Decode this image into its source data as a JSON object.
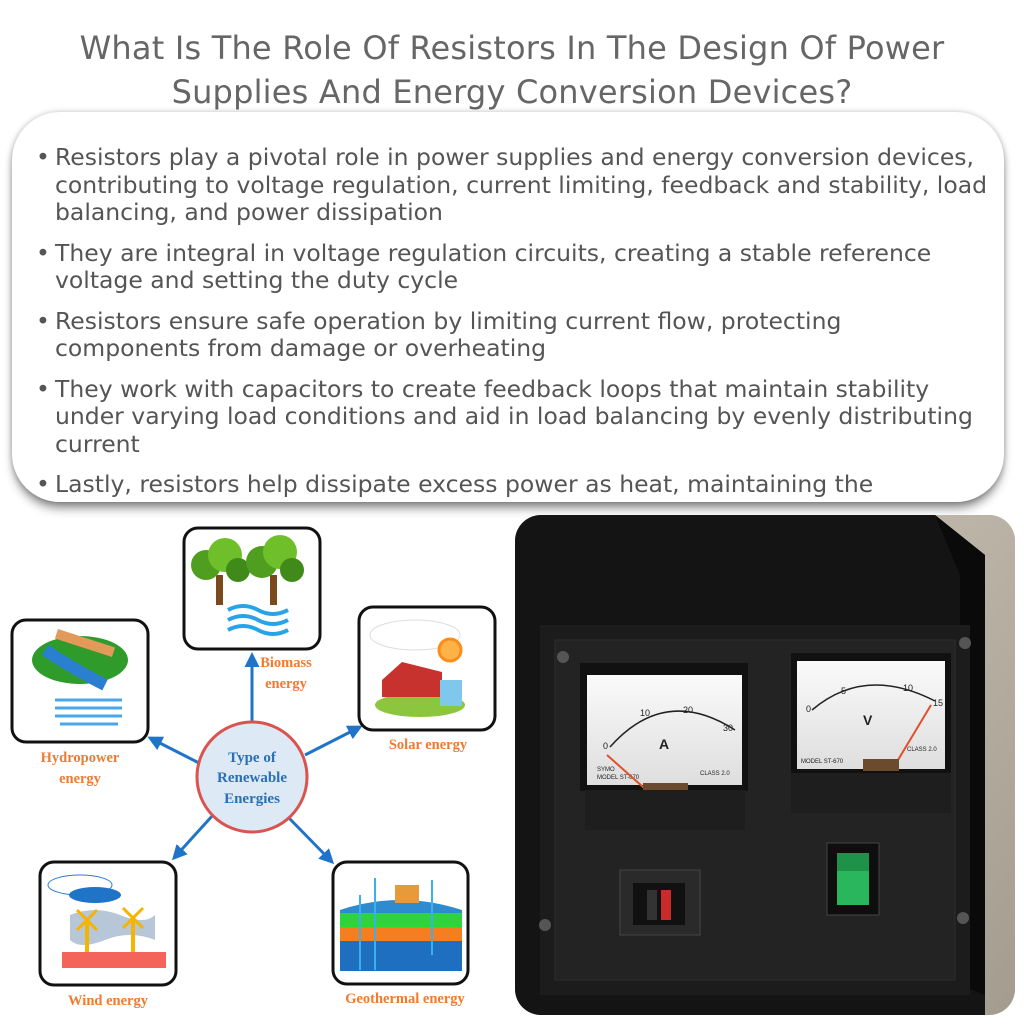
{
  "title": "What Is The Role Of Resistors In The Design Of Power Supplies And Energy Conversion Devices?",
  "bullets": [
    "Resistors play a pivotal role in power supplies and energy conversion devices, contributing to voltage regulation, current limiting, feedback and stability, load balancing, and power dissipation",
    "They are integral in voltage regulation circuits, creating a stable reference voltage and setting the duty cycle",
    "Resistors ensure safe operation by limiting current flow, protecting components from damage or overheating",
    "They work with capacitors to create feedback loops that maintain stability under varying load conditions and aid in load balancing by evenly distributing current",
    "Lastly, resistors help dissipate excess power as heat, maintaining the"
  ],
  "diagram": {
    "center": [
      "Type of",
      "Renewable",
      "Energies"
    ],
    "nodes": {
      "biomass": [
        "Biomass",
        "energy"
      ],
      "hydropower": [
        "Hydropower",
        "energy"
      ],
      "solar": [
        "Solar energy"
      ],
      "wind": [
        "Wind energy"
      ],
      "geothermal": [
        "Geothermal energy"
      ]
    },
    "colors": {
      "label": "#f07a30",
      "arrow": "#1f74c8",
      "center_fill": "#dde9f5",
      "center_stroke": "#d9534f"
    }
  },
  "photo": {
    "ammeter": {
      "unit": "A",
      "scale": [
        "0",
        "10",
        "20",
        "30"
      ],
      "brand": "SYMO",
      "model": "MODEL ST-670",
      "class": "CLASS 2.0"
    },
    "voltmeter": {
      "unit": "V",
      "scale": [
        "0",
        "5",
        "10",
        "15"
      ],
      "model": "MODEL ST-670",
      "class": "CLASS 2.0"
    },
    "switch_color": "#2fd36a"
  }
}
